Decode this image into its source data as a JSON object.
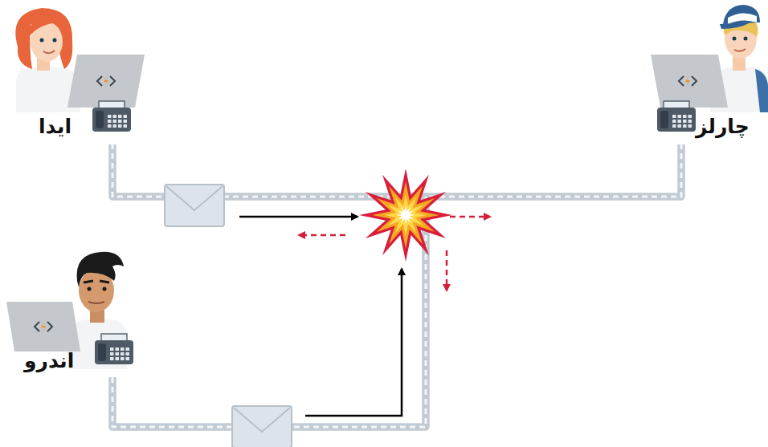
{
  "diagram": {
    "nodes": [
      {
        "text": [
          "ایدا"
        ]
      },
      {
        "text": [
          "چارلز"
        ]
      },
      {
        "text": [
          "اندرو"
        ]
      }
    ],
    "edges": [
      {
        "from": 0,
        "to": 1,
        "arrow": "none"
      },
      {
        "from": 2,
        "to": 0,
        "arrow": "none"
      },
      {
        "from": 2,
        "to": 1,
        "arrow": "none"
      }
    ]
  }
}
